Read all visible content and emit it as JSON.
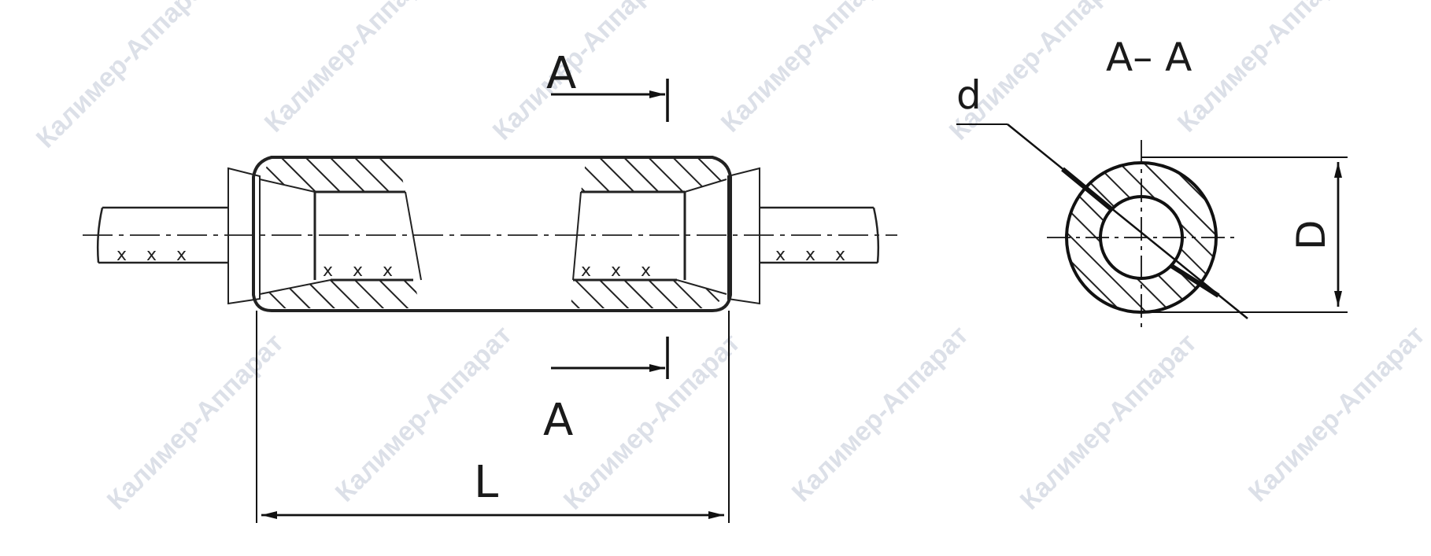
{
  "watermark": {
    "text": "Калимер-Аппарат"
  },
  "labels": {
    "section_top": "A",
    "section_bottom": "A",
    "section_title": "A– A",
    "length": "L",
    "inner_diameter": "d",
    "outer_diameter": "D"
  },
  "crimp_marks": [
    "x",
    "x",
    "x"
  ]
}
